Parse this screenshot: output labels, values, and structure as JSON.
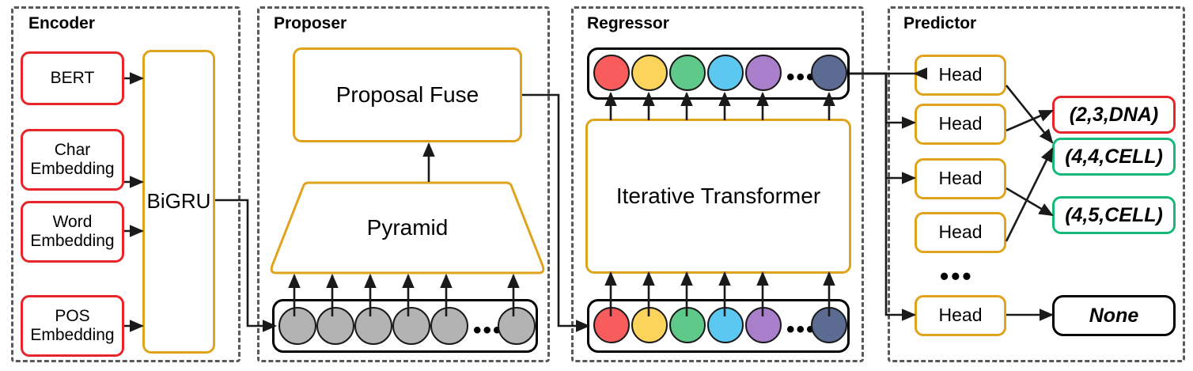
{
  "figure": {
    "kind": "neural-network-architecture-diagram",
    "background": "#ffffff"
  },
  "palette": {
    "frame_dashdot": "#59595b",
    "red_border": "#e8252a",
    "gold_border": "#e0a41c",
    "black_border": "#000000",
    "green_border": "#17b978",
    "token_red": "#f95c5c",
    "token_yellow": "#fcd45c",
    "token_green": "#5fc98a",
    "token_blue": "#5cc8f2",
    "token_purple": "#a97fcc",
    "token_slate": "#5b6b91",
    "token_gray": "#b3b3b3",
    "arrow": "#1a1a1a"
  },
  "groups": [
    {
      "id": "encoder",
      "title": "Encoder"
    },
    {
      "id": "proposer",
      "title": "Proposer"
    },
    {
      "id": "regressor",
      "title": "Regressor"
    },
    {
      "id": "predictor",
      "title": "Predictor"
    }
  ],
  "encoder": {
    "title": "Encoder",
    "inputs": [
      {
        "label": "BERT"
      },
      {
        "label": "Char\nEmbedding"
      },
      {
        "label": "Word\nEmbedding"
      },
      {
        "label": "POS\nEmbedding"
      }
    ],
    "input_labels": {
      "bert": "BERT",
      "char_line1": "Char",
      "char_line2": "Embedding",
      "word_line1": "Word",
      "word_line2": "Embedding",
      "pos_line1": "POS",
      "pos_line2": "Embedding"
    },
    "encoder_core": "BiGRU"
  },
  "proposer": {
    "title": "Proposer",
    "fuse_label": "Proposal Fuse",
    "pyramid_label": "Pyramid",
    "token_row": {
      "count_visible": 6,
      "ellipsis": "•••",
      "colors": [
        "gray",
        "gray",
        "gray",
        "gray",
        "gray",
        "gray"
      ]
    }
  },
  "regressor": {
    "title": "Regressor",
    "core_label": "Iterative Transformer",
    "output_row": {
      "ellipsis": "•••",
      "colors": [
        "red",
        "yellow",
        "green",
        "blue",
        "purple",
        "slate"
      ]
    },
    "input_row": {
      "ellipsis": "•••",
      "colors": [
        "red",
        "yellow",
        "green",
        "blue",
        "purple",
        "slate"
      ]
    }
  },
  "predictor": {
    "title": "Predictor",
    "heads": [
      {
        "label": "Head"
      },
      {
        "label": "Head"
      },
      {
        "label": "Head"
      },
      {
        "label": "Head"
      },
      {
        "label": "Head"
      }
    ],
    "head_label": "Head",
    "ellipsis": "•••",
    "outputs": [
      {
        "label": "(2,3,DNA)",
        "style": "red"
      },
      {
        "label": "(4,4,CELL)",
        "style": "green"
      },
      {
        "label": "(4,5,CELL)",
        "style": "green"
      },
      {
        "label": "None",
        "style": "black"
      }
    ]
  }
}
